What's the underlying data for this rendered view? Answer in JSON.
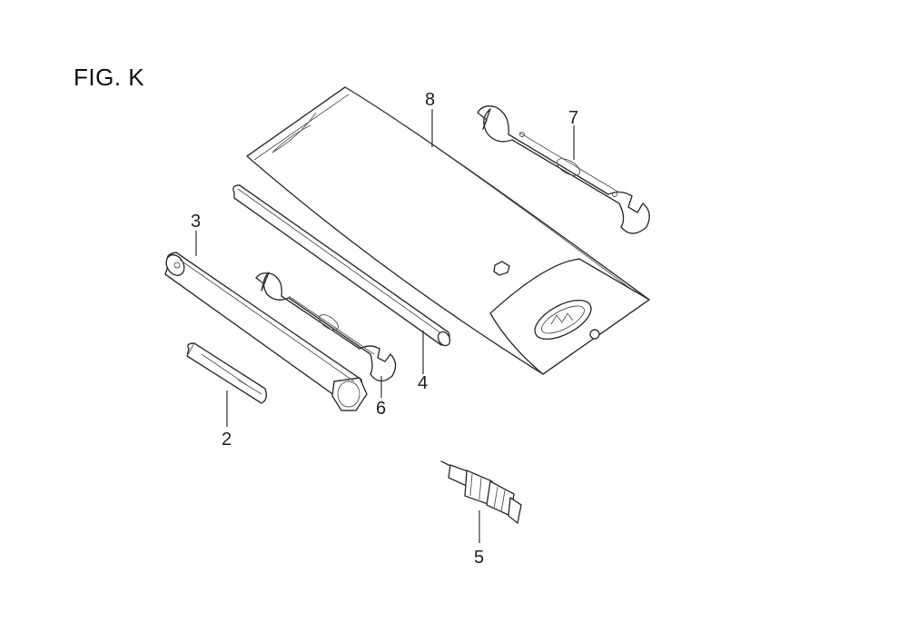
{
  "figure": {
    "title": "FIG. K"
  },
  "parts": [
    {
      "number": "2",
      "icon": "screwdriver-blade-icon"
    },
    {
      "number": "3",
      "icon": "box-wrench-tube-icon"
    },
    {
      "number": "4",
      "icon": "tommy-bar-icon"
    },
    {
      "number": "5",
      "icon": "spark-plug-icon"
    },
    {
      "number": "6",
      "icon": "open-end-wrench-small-icon"
    },
    {
      "number": "7",
      "icon": "open-end-wrench-large-icon"
    },
    {
      "number": "8",
      "icon": "tool-bag-icon"
    }
  ]
}
